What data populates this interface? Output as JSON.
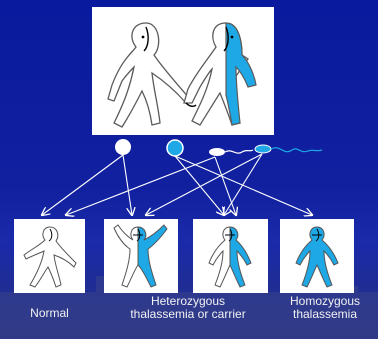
{
  "parents": {
    "left_figure": "white-outline-figure",
    "right_figure": "half-blue-figure"
  },
  "gametes": [
    "white-egg",
    "blue-egg",
    "white-sperm",
    "blue-sperm"
  ],
  "offspring": [
    {
      "caption_lines": [
        "Normal"
      ],
      "fill": "white"
    },
    {
      "caption_lines": [],
      "fill": "half-blue"
    },
    {
      "caption_lines": [],
      "fill": "half-blue"
    },
    {
      "caption_lines": [],
      "fill": "blue"
    }
  ],
  "captions": {
    "normal": "Normal",
    "hetero_line1": "Heterozygous",
    "hetero_line2": "thalassemia or carrier",
    "homo_line1": "Homozygous",
    "homo_line2": "thalassemia"
  },
  "colors": {
    "background": "#0a1a9e",
    "gene_blue": "#1ea8e6",
    "arrow": "#ffffff",
    "panel": "#ffffff"
  }
}
